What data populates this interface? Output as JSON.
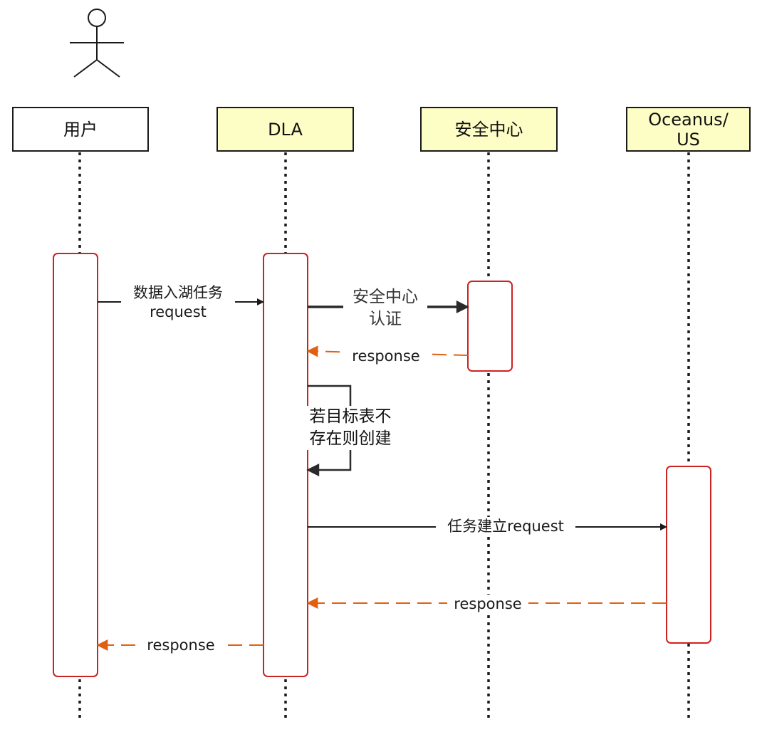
{
  "actor": {
    "icon": "stick-figure-icon"
  },
  "participants": [
    {
      "id": "user",
      "label": "用户",
      "fill": "#ffffff"
    },
    {
      "id": "dla",
      "label": "DLA",
      "fill": "#fdfdc6"
    },
    {
      "id": "security",
      "label": "安全中心",
      "fill": "#fdfdc6"
    },
    {
      "id": "oceanus",
      "label": "Oceanus/\nUS",
      "fill": "#fdfdc6"
    }
  ],
  "messages": [
    {
      "from": "user",
      "to": "dla",
      "label": "数据入湖任务\nrequest",
      "style": "solid"
    },
    {
      "from": "dla",
      "to": "security",
      "label": "安全中心\n认证",
      "style": "solid-bold"
    },
    {
      "from": "security",
      "to": "dla",
      "label": "response",
      "style": "dashed"
    },
    {
      "from": "dla",
      "to": "dla",
      "label": "若目标表不\n存在则创建",
      "style": "self"
    },
    {
      "from": "dla",
      "to": "oceanus",
      "label": "任务建立request",
      "style": "solid"
    },
    {
      "from": "oceanus",
      "to": "dla",
      "label": "response",
      "style": "dashed"
    },
    {
      "from": "dla",
      "to": "user",
      "label": "response",
      "style": "dashed"
    }
  ],
  "colors": {
    "line": "#1a1a1a",
    "activation_border": "#cc2222",
    "response_arrow": "#e06010",
    "header_yellow": "#fdfdc6"
  }
}
